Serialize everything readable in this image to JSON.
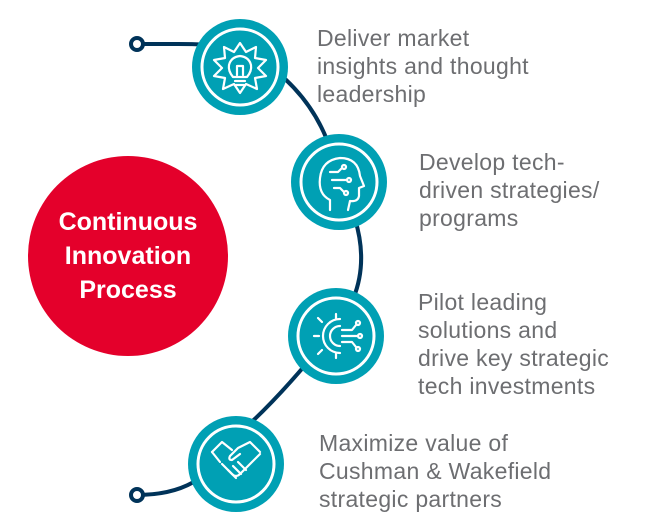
{
  "hub": {
    "lines": [
      "Continuous",
      "Innovation",
      "Process"
    ],
    "color": "#e4002b"
  },
  "colors": {
    "circle": "#00a0b4",
    "ring": "#ffffff",
    "connector": "#003359",
    "text": "#6d6e71"
  },
  "steps": [
    {
      "icon": "lightbulb-icon",
      "lines": [
        "Deliver market",
        "insights and thought",
        "leadership"
      ]
    },
    {
      "icon": "ai-head-icon",
      "lines": [
        "Develop tech-",
        "driven strategies/",
        "programs"
      ]
    },
    {
      "icon": "tech-gear-icon",
      "lines": [
        "Pilot leading",
        "solutions and",
        "drive key strategic",
        "tech investments"
      ]
    },
    {
      "icon": "handshake-icon",
      "lines": [
        "Maximize value of",
        "Cushman & Wakefield",
        "strategic partners"
      ]
    }
  ]
}
